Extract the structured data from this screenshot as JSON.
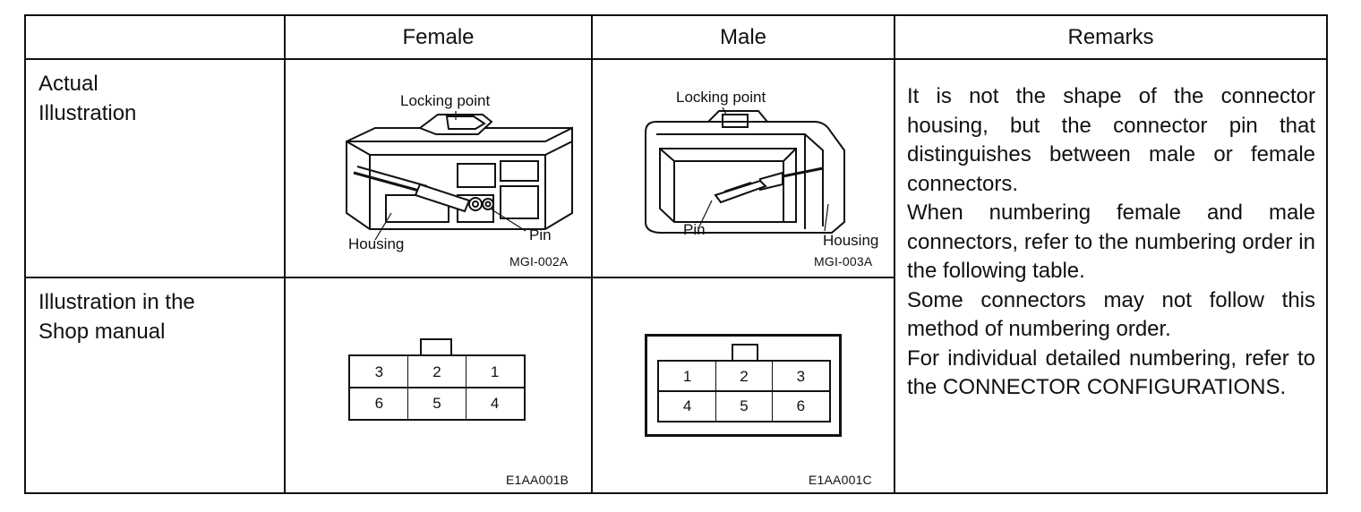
{
  "table": {
    "headers": {
      "blank": "",
      "female": "Female",
      "male": "Male",
      "remarks": "Remarks"
    },
    "rows": [
      {
        "label": "Actual\nIllustration"
      },
      {
        "label": "Illustration in the\nShop manual"
      }
    ],
    "female_actual": {
      "locking_point": "Locking point",
      "housing": "Housing",
      "pin": "Pin",
      "code": "MGI-002A"
    },
    "male_actual": {
      "locking_point": "Locking point",
      "pin": "Pin",
      "housing": "Housing",
      "code": "MGI-003A"
    },
    "female_shop": {
      "pins_top": [
        "3",
        "2",
        "1"
      ],
      "pins_bottom": [
        "6",
        "5",
        "4"
      ],
      "code": "E1AA001B"
    },
    "male_shop": {
      "pins_top": [
        "1",
        "2",
        "3"
      ],
      "pins_bottom": [
        "4",
        "5",
        "6"
      ],
      "code": "E1AA001C"
    },
    "remarks": [
      "It is not the shape of the connector housing, but the connector pin that distinguishes between male or female connectors.",
      "When numbering female and male connectors, refer to the numbering order in the following table.",
      "Some connectors may not follow this method of numbering order.",
      "For individual detailed numbering, refer to the CONNECTOR CONFIGURATIONS."
    ]
  }
}
